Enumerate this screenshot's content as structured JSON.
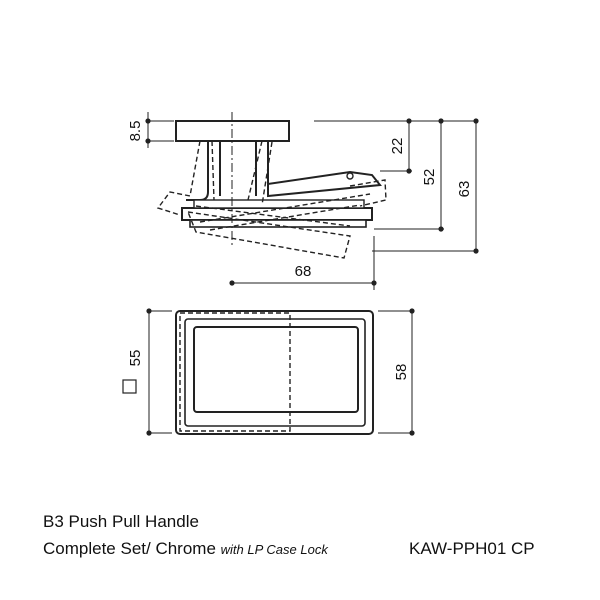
{
  "dimensions": {
    "knob_thickness": "8.5",
    "height_22": "22",
    "height_52": "52",
    "height_63": "63",
    "depth_68": "68",
    "square_55": "55",
    "height_58": "58"
  },
  "caption": {
    "line1": "B3 Push Pull Handle",
    "line2_main": "Complete Set/ Chrome",
    "line2_italic": "with LP Case Lock",
    "product_code": "KAW-PPH01 CP"
  }
}
